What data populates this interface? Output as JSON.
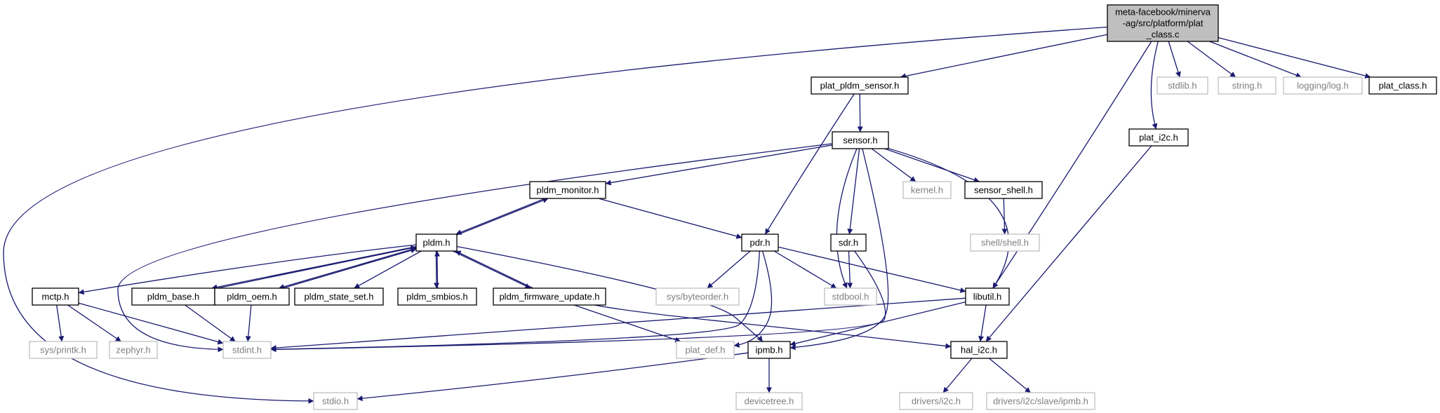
{
  "colors": {
    "edge": "#191970",
    "root_fill": "#bfbfbf",
    "node_border": "#000000",
    "external_border": "#bfbfbf",
    "external_text": "#7f7f7f",
    "text": "#000000"
  },
  "root": "root",
  "nodes": [
    {
      "id": "root",
      "lines": [
        "meta-facebook/minerva",
        "-ag/src/platform/plat",
        "_class.c"
      ],
      "kind": "root"
    },
    {
      "id": "plat_pldm_sensor",
      "lines": [
        "plat_pldm_sensor.h"
      ],
      "kind": "internal"
    },
    {
      "id": "stdlib",
      "lines": [
        "stdlib.h"
      ],
      "kind": "external"
    },
    {
      "id": "string",
      "lines": [
        "string.h"
      ],
      "kind": "external"
    },
    {
      "id": "logging_log",
      "lines": [
        "logging/log.h"
      ],
      "kind": "external"
    },
    {
      "id": "plat_class",
      "lines": [
        "plat_class.h"
      ],
      "kind": "internal"
    },
    {
      "id": "sensor",
      "lines": [
        "sensor.h"
      ],
      "kind": "internal"
    },
    {
      "id": "plat_i2c",
      "lines": [
        "plat_i2c.h"
      ],
      "kind": "internal"
    },
    {
      "id": "pldm_monitor",
      "lines": [
        "pldm_monitor.h"
      ],
      "kind": "internal"
    },
    {
      "id": "kernel",
      "lines": [
        "kernel.h"
      ],
      "kind": "external"
    },
    {
      "id": "sensor_shell",
      "lines": [
        "sensor_shell.h"
      ],
      "kind": "internal"
    },
    {
      "id": "pldm",
      "lines": [
        "pldm.h"
      ],
      "kind": "internal"
    },
    {
      "id": "pdr",
      "lines": [
        "pdr.h"
      ],
      "kind": "internal"
    },
    {
      "id": "sdr",
      "lines": [
        "sdr.h"
      ],
      "kind": "internal"
    },
    {
      "id": "shell_shell",
      "lines": [
        "shell/shell.h"
      ],
      "kind": "external"
    },
    {
      "id": "mctp",
      "lines": [
        "mctp.h"
      ],
      "kind": "internal"
    },
    {
      "id": "pldm_base",
      "lines": [
        "pldm_base.h"
      ],
      "kind": "internal"
    },
    {
      "id": "pldm_oem",
      "lines": [
        "pldm_oem.h"
      ],
      "kind": "internal"
    },
    {
      "id": "pldm_state_set",
      "lines": [
        "pldm_state_set.h"
      ],
      "kind": "internal"
    },
    {
      "id": "pldm_smbios",
      "lines": [
        "pldm_smbios.h"
      ],
      "kind": "internal"
    },
    {
      "id": "pldm_firmware_update",
      "lines": [
        "pldm_firmware_update.h"
      ],
      "kind": "internal"
    },
    {
      "id": "sys_byteorder",
      "lines": [
        "sys/byteorder.h"
      ],
      "kind": "external"
    },
    {
      "id": "stdbool",
      "lines": [
        "stdbool.h"
      ],
      "kind": "external"
    },
    {
      "id": "libutil",
      "lines": [
        "libutil.h"
      ],
      "kind": "internal"
    },
    {
      "id": "sys_printk",
      "lines": [
        "sys/printk.h"
      ],
      "kind": "external"
    },
    {
      "id": "zephyr",
      "lines": [
        "zephyr.h"
      ],
      "kind": "external"
    },
    {
      "id": "stdint",
      "lines": [
        "stdint.h"
      ],
      "kind": "external"
    },
    {
      "id": "plat_def",
      "lines": [
        "plat_def.h"
      ],
      "kind": "external"
    },
    {
      "id": "ipmb",
      "lines": [
        "ipmb.h"
      ],
      "kind": "internal"
    },
    {
      "id": "hal_i2c",
      "lines": [
        "hal_i2c.h"
      ],
      "kind": "internal"
    },
    {
      "id": "devicetree",
      "lines": [
        "devicetree.h"
      ],
      "kind": "external"
    },
    {
      "id": "stdio",
      "lines": [
        "stdio.h"
      ],
      "kind": "external"
    },
    {
      "id": "drivers_i2c",
      "lines": [
        "drivers/i2c.h"
      ],
      "kind": "external"
    },
    {
      "id": "drivers_i2c_slave_ipmb",
      "lines": [
        "drivers/i2c/slave/ipmb.h"
      ],
      "kind": "external"
    }
  ],
  "edges": [
    [
      "root",
      "plat_pldm_sensor"
    ],
    [
      "root",
      "stdlib"
    ],
    [
      "root",
      "string"
    ],
    [
      "root",
      "logging_log"
    ],
    [
      "root",
      "plat_class"
    ],
    [
      "root",
      "plat_i2c"
    ],
    [
      "root",
      "libutil"
    ],
    [
      "root",
      "stdio"
    ],
    [
      "plat_pldm_sensor",
      "sensor"
    ],
    [
      "plat_pldm_sensor",
      "pdr"
    ],
    [
      "sensor",
      "pldm_monitor"
    ],
    [
      "sensor",
      "kernel"
    ],
    [
      "sensor",
      "sensor_shell"
    ],
    [
      "sensor",
      "sdr"
    ],
    [
      "sensor",
      "stdbool"
    ],
    [
      "sensor",
      "libutil"
    ],
    [
      "sensor",
      "stdint"
    ],
    [
      "sensor",
      "ipmb"
    ],
    [
      "plat_i2c",
      "hal_i2c"
    ],
    [
      "pldm_monitor",
      "pldm"
    ],
    [
      "pldm_monitor",
      "pdr"
    ],
    [
      "sensor_shell",
      "shell_shell"
    ],
    [
      "pldm",
      "pldm_monitor"
    ],
    [
      "pldm",
      "mctp"
    ],
    [
      "pldm",
      "pldm_base"
    ],
    [
      "pldm",
      "pldm_oem"
    ],
    [
      "pldm",
      "pldm_state_set"
    ],
    [
      "pldm",
      "pldm_smbios"
    ],
    [
      "pldm",
      "pldm_firmware_update"
    ],
    [
      "pldm",
      "ipmb"
    ],
    [
      "pdr",
      "sys_byteorder"
    ],
    [
      "pdr",
      "stdbool"
    ],
    [
      "pdr",
      "libutil"
    ],
    [
      "pdr",
      "stdint"
    ],
    [
      "pdr",
      "plat_def"
    ],
    [
      "sdr",
      "stdbool"
    ],
    [
      "sdr",
      "stdint"
    ],
    [
      "mctp",
      "sys_printk"
    ],
    [
      "mctp",
      "zephyr"
    ],
    [
      "mctp",
      "stdint"
    ],
    [
      "pldm_base",
      "pldm"
    ],
    [
      "pldm_base",
      "stdint"
    ],
    [
      "pldm_oem",
      "pldm"
    ],
    [
      "pldm_oem",
      "stdint"
    ],
    [
      "pldm_smbios",
      "pldm"
    ],
    [
      "pldm_firmware_update",
      "pldm"
    ],
    [
      "pldm_firmware_update",
      "plat_def"
    ],
    [
      "pldm_firmware_update",
      "hal_i2c"
    ],
    [
      "libutil",
      "stdint"
    ],
    [
      "libutil",
      "hal_i2c"
    ],
    [
      "libutil",
      "ipmb"
    ],
    [
      "ipmb",
      "devicetree"
    ],
    [
      "ipmb",
      "stdio"
    ],
    [
      "hal_i2c",
      "drivers_i2c"
    ],
    [
      "hal_i2c",
      "drivers_i2c_slave_ipmb"
    ]
  ]
}
